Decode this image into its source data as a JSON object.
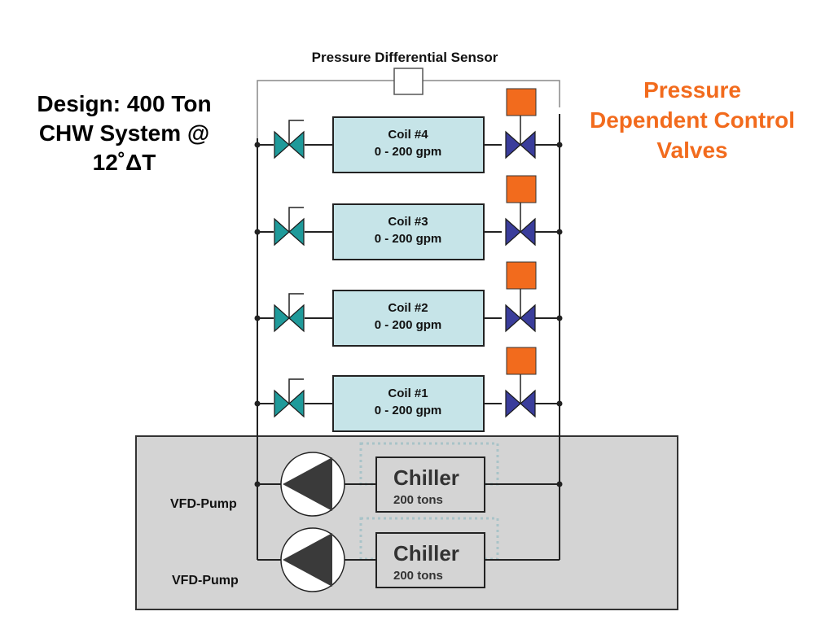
{
  "design": {
    "line1": "Design: 400 Ton",
    "line2": "CHW System @",
    "line3": "12˚ΔT"
  },
  "valves_title": {
    "line1": "Pressure",
    "line2": "Dependent Control",
    "line3": "Valves",
    "color": "#f26b1d"
  },
  "sensor_label": "Pressure Differential Sensor",
  "coils": [
    {
      "name": "Coil #4",
      "flow": "0 - 200 gpm"
    },
    {
      "name": "Coil #3",
      "flow": "0 - 200 gpm"
    },
    {
      "name": "Coil #2",
      "flow": "0 - 200 gpm"
    },
    {
      "name": "Coil #1",
      "flow": "0 - 200 gpm"
    }
  ],
  "chillers": [
    {
      "name": "Chiller",
      "capacity": "200 tons"
    },
    {
      "name": "Chiller",
      "capacity": "200 tons"
    }
  ],
  "pumps": [
    {
      "label": "VFD-Pump"
    },
    {
      "label": "VFD-Pump"
    }
  ],
  "colors": {
    "coil_fill": "#c6e4e8",
    "balancing_valve": "#1f9a9a",
    "control_valve": "#3a3d9b",
    "actuator": "#f26b1d",
    "plant_bg": "#d4d4d4",
    "pipe": "#222222",
    "pump_triangle": "#3a3a3a",
    "dotted_outline": "#a9c3c8"
  }
}
